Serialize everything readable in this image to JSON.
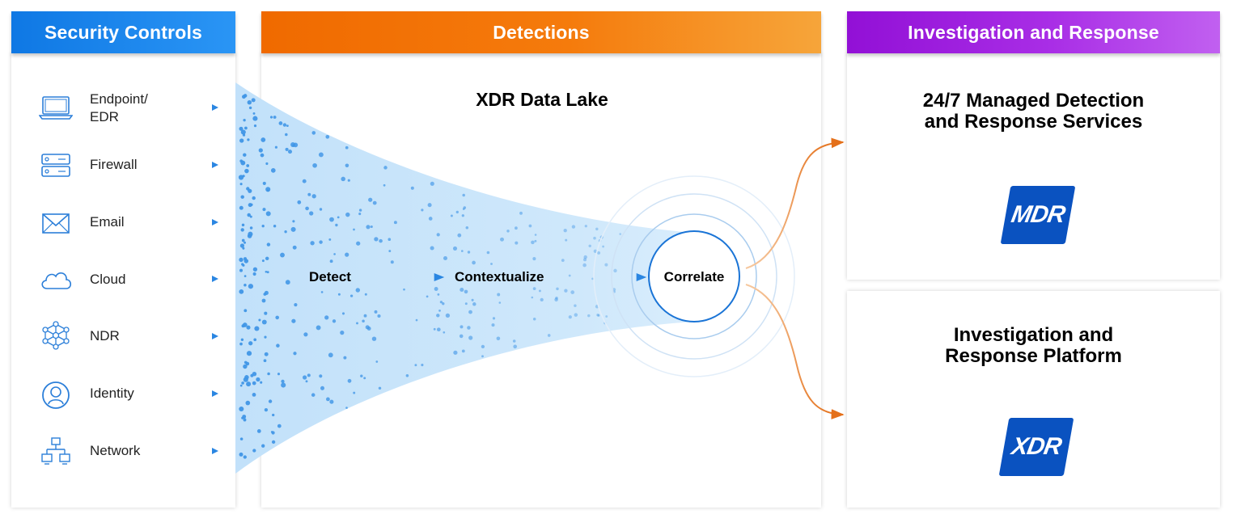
{
  "headers": {
    "security_controls": "Security Controls",
    "detections": "Detections",
    "investigation_response": "Investigation and Response"
  },
  "sources": [
    {
      "label": "Endpoint/\nEDR",
      "icon": "laptop-icon"
    },
    {
      "label": "Firewall",
      "icon": "firewall-icon"
    },
    {
      "label": "Email",
      "icon": "envelope-icon"
    },
    {
      "label": "Cloud",
      "icon": "cloud-icon"
    },
    {
      "label": "NDR",
      "icon": "network-mesh-icon"
    },
    {
      "label": "Identity",
      "icon": "user-circle-icon"
    },
    {
      "label": "Network",
      "icon": "network-topology-icon"
    }
  ],
  "lake": {
    "title": "XDR Data Lake",
    "stages": [
      "Detect",
      "Contextualize",
      "Correlate"
    ]
  },
  "outputs": {
    "mdr_title_line1": "24/7 Managed Detection",
    "mdr_title_line2": "and Response Services",
    "mdr_logo": "MDR",
    "xdr_title_line1": "Investigation and",
    "xdr_title_line2": "Response Platform",
    "xdr_logo": "XDR"
  },
  "colors": {
    "security_blue": "#1a85ee",
    "detections_orange": "#f07000",
    "investigation_purple": "#9b1edc",
    "funnel_blue": "#c6e4fa",
    "dot_blue": "#3f95e6",
    "logo_blue": "#0a52c0",
    "output_arrow": "#e8781e"
  }
}
